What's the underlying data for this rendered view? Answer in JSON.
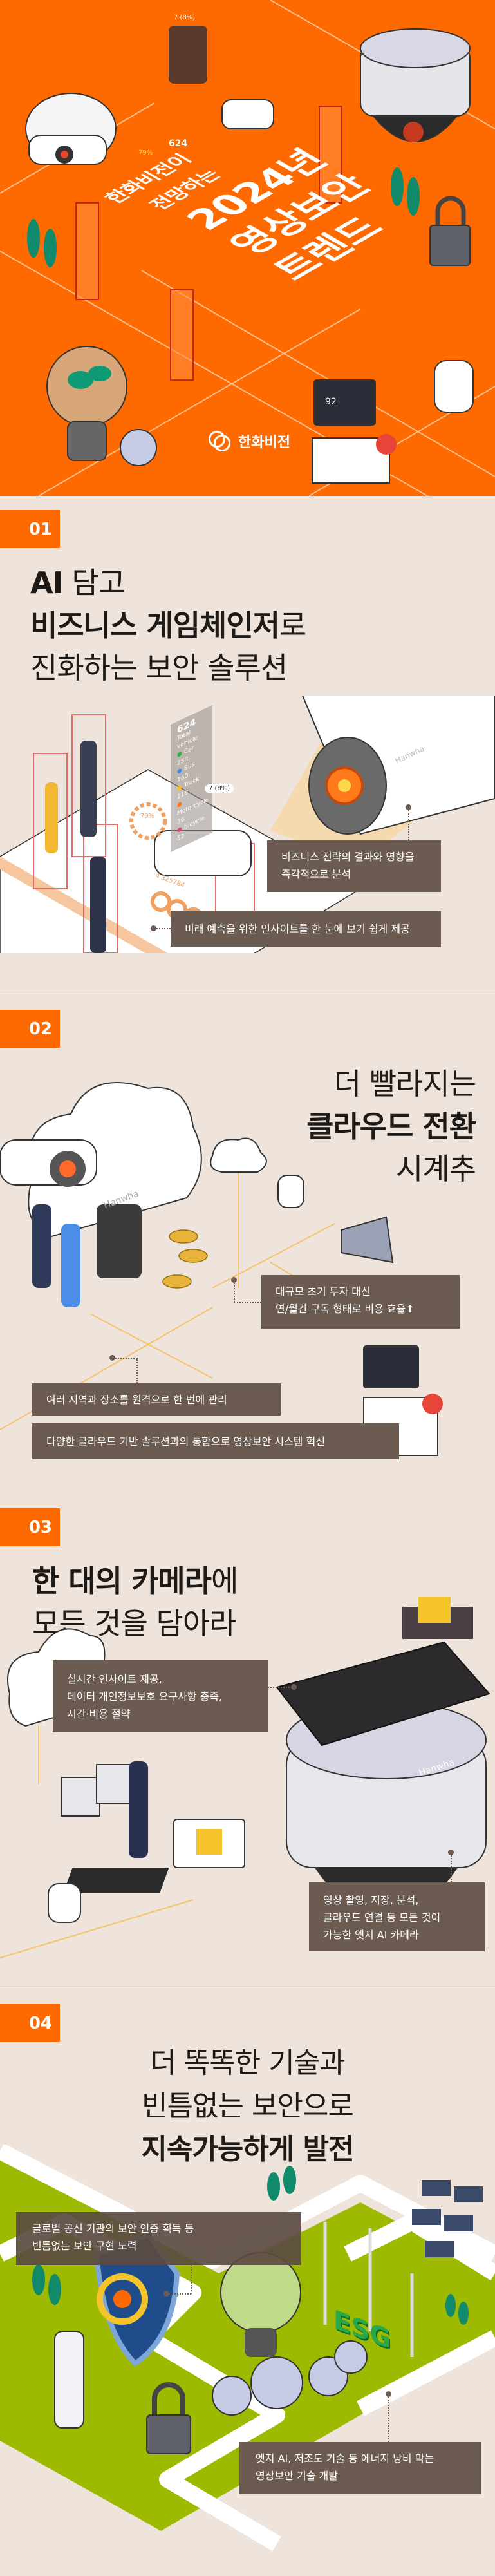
{
  "hero": {
    "subtitle_lines": [
      "한화비전이",
      "전망하는"
    ],
    "title_lines": [
      "2024년",
      "영상보안",
      "트렌드"
    ],
    "logo_text": "한화비전",
    "background_color": "#FF6A00"
  },
  "illustration_labels": {
    "brand": "Hanwha",
    "total_vehicle_label": "Total vehicle",
    "total_vehicle_value": "624",
    "gauge_percent": "79%",
    "change_badge": "7 (8%)",
    "metric_value": "4.325784",
    "monitor_value": "92",
    "esg": "ESG",
    "vehicle_types": [
      {
        "label": "Car",
        "value": "258",
        "color": "#2DB34A"
      },
      {
        "label": "Bus",
        "value": "160",
        "color": "#3D8BE8"
      },
      {
        "label": "Truck",
        "value": "118",
        "color": "#F3C220"
      },
      {
        "label": "Motorcycle",
        "value": "36",
        "color": "#FF7A1A"
      },
      {
        "label": "Bicycle",
        "value": "52",
        "color": "#E8457A"
      }
    ]
  },
  "sections": [
    {
      "number": "01",
      "title": {
        "line1": {
          "bold": "AI",
          "regular": " 담고"
        },
        "line2": {
          "bold": "비즈니스 게임체인저",
          "regular": "로"
        },
        "line3": {
          "regular": "진화하는 보안 솔루션"
        }
      },
      "callouts": [
        {
          "lines": [
            "비즈니스 전략의 결과와 영향을",
            "즉각적으로 분석"
          ]
        },
        {
          "lines": [
            "미래 예측을 위한 인사이트를 한 눈에 보기 쉽게 제공"
          ]
        }
      ]
    },
    {
      "number": "02",
      "title": {
        "line1": {
          "regular": "더 빨라지는"
        },
        "line2": {
          "bold": "클라우드 전환"
        },
        "line3": {
          "regular": "시계추"
        }
      },
      "callouts": [
        {
          "lines": [
            "대규모 초기 투자 대신",
            "연/월간 구독 형태로 비용 효율⬆"
          ]
        },
        {
          "lines": [
            "여러 지역과 장소를 원격으로 한 번에 관리"
          ]
        },
        {
          "lines": [
            "다양한 클라우드 기반 솔루션과의 통합으로 영상보안 시스템 혁신"
          ]
        }
      ]
    },
    {
      "number": "03",
      "title": {
        "line1": {
          "bold": "한 대의 카메라",
          "regular": "에"
        },
        "line2": {
          "regular": "모든 것을 담아라"
        }
      },
      "callouts": [
        {
          "lines": [
            "실시간 인사이트 제공,",
            "데이터 개인정보보호 요구사항 충족,",
            "시간·비용 절약"
          ]
        },
        {
          "lines": [
            "영상 촬영, 저장, 분석,",
            "클라우드 연결 등 모든 것이",
            "가능한 엣지 AI 카메라"
          ]
        }
      ]
    },
    {
      "number": "04",
      "title": {
        "line1": {
          "regular": "더 똑똑한 기술과"
        },
        "line2": {
          "regular": "빈틈없는 보안으로"
        },
        "line3": {
          "bold": "지속가능하게 발전"
        }
      },
      "callouts": [
        {
          "lines": [
            "글로벌 공신 기관의 보안 인증 획득 등",
            "빈틈없는 보안 구현 노력"
          ]
        },
        {
          "lines": [
            "엣지 AI, 저조도 기술 등 에너지 낭비 막는",
            "영상보안 기술 개발"
          ]
        }
      ]
    }
  ],
  "colors": {
    "accent": "#FF6A00",
    "page_background": "#EEE4DC",
    "callout_background": "#6B5B50",
    "grass": "#9DB900"
  }
}
